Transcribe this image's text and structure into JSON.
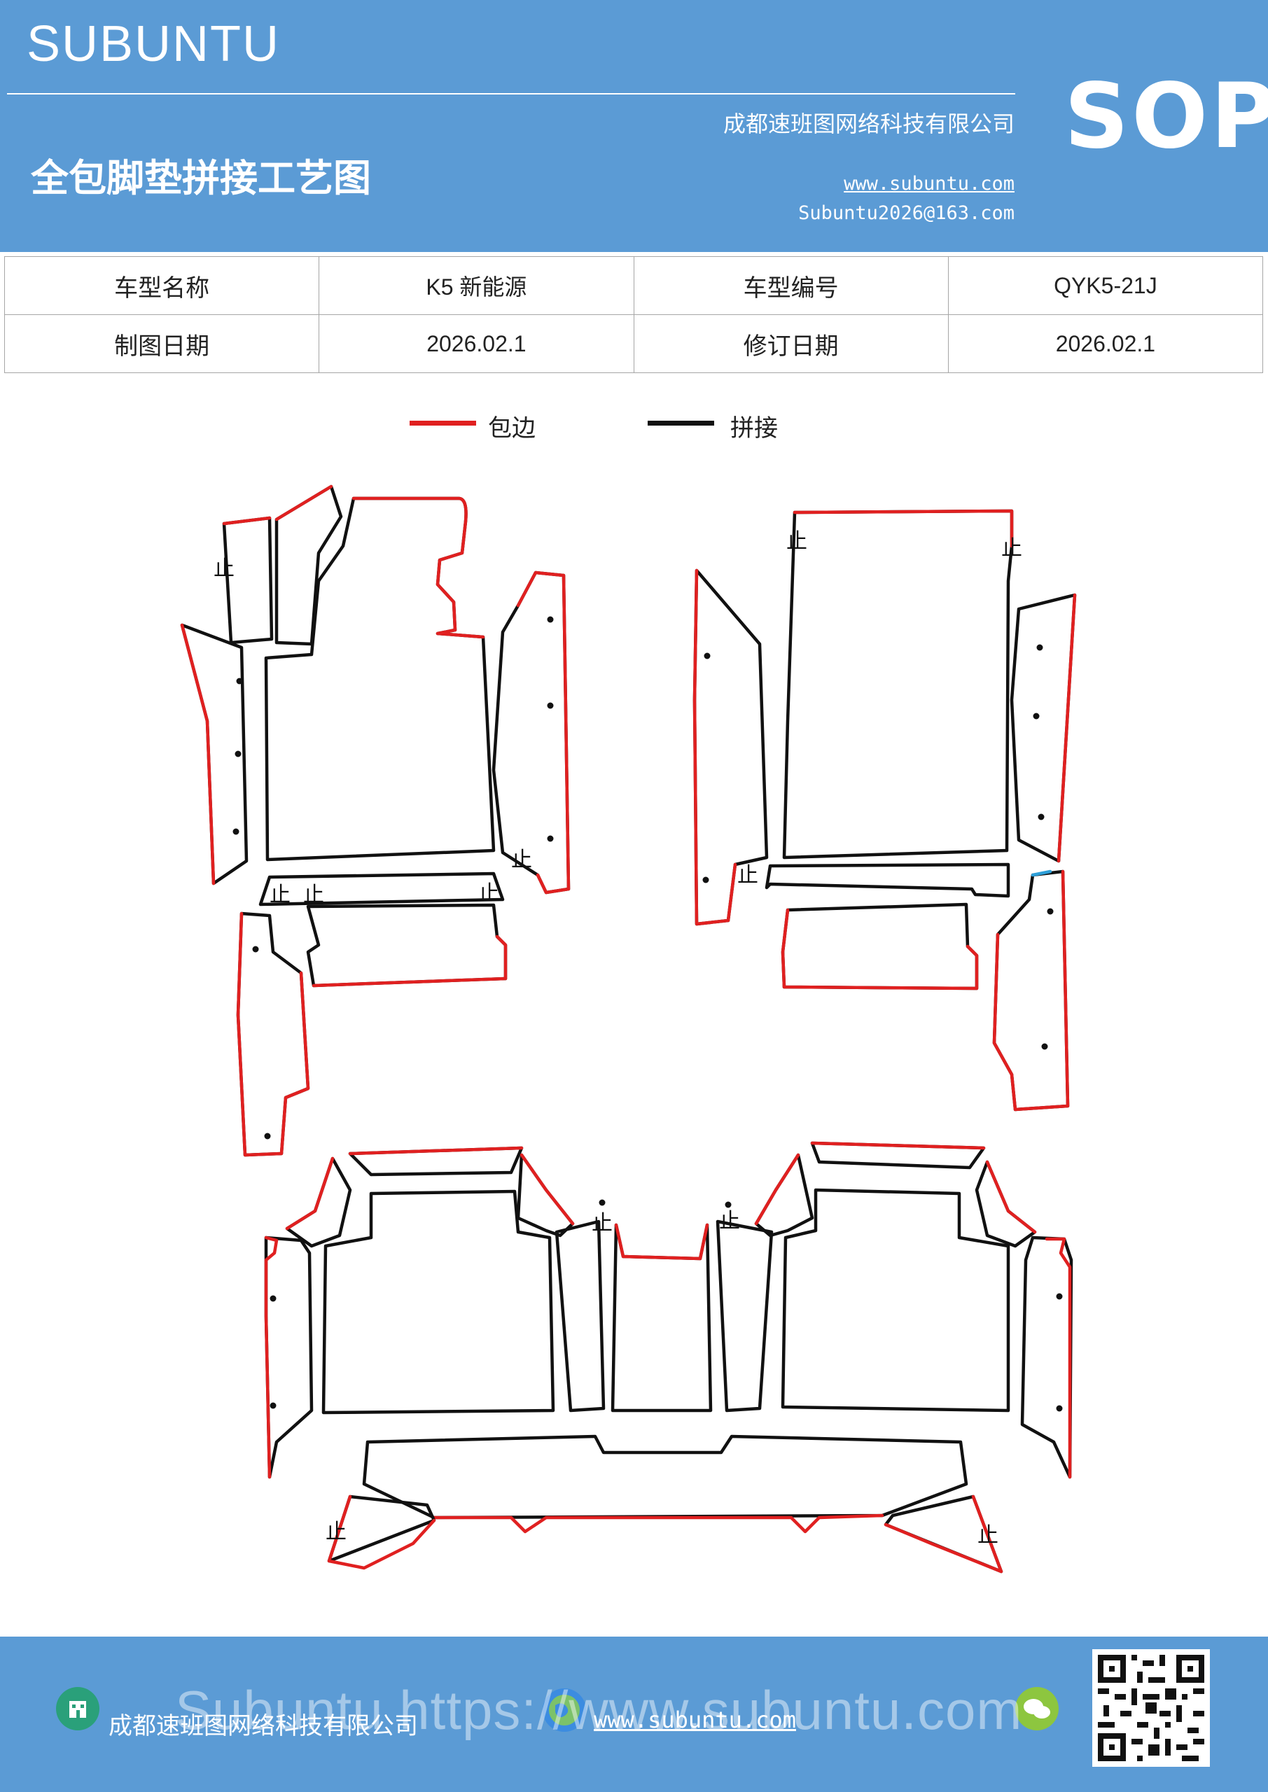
{
  "header": {
    "brand": "SUBUNTU",
    "doc_title": "全包脚垫拼接工艺图",
    "company": "成都速班图网络科技有限公司",
    "website": "www.subuntu.com",
    "email": "Subuntu2026@163.com",
    "badge": "SOP"
  },
  "info": {
    "model_name_label": "车型名称",
    "model_name": "K5 新能源",
    "model_code_label": "车型编号",
    "model_code": "QYK5-21J",
    "drawing_date_label": "制图日期",
    "drawing_date": "2026.02.1",
    "revision_date_label": "修订日期",
    "revision_date": "2026.02.1"
  },
  "legend": [
    {
      "label": "包边",
      "color": "#e02020"
    },
    {
      "label": "拼接",
      "color": "#111111"
    }
  ],
  "diagram": {
    "stop_mark": "止",
    "edge_color": "#e02020",
    "seam_color": "#111111"
  },
  "footer": {
    "company": "成都速班图网络科技有限公司",
    "website": "www.subuntu.com",
    "overlay": "Subuntu https://www.subuntu.com"
  },
  "colors": {
    "header_bg": "#5b9bd5",
    "footer_bg": "#5b9bd5"
  }
}
